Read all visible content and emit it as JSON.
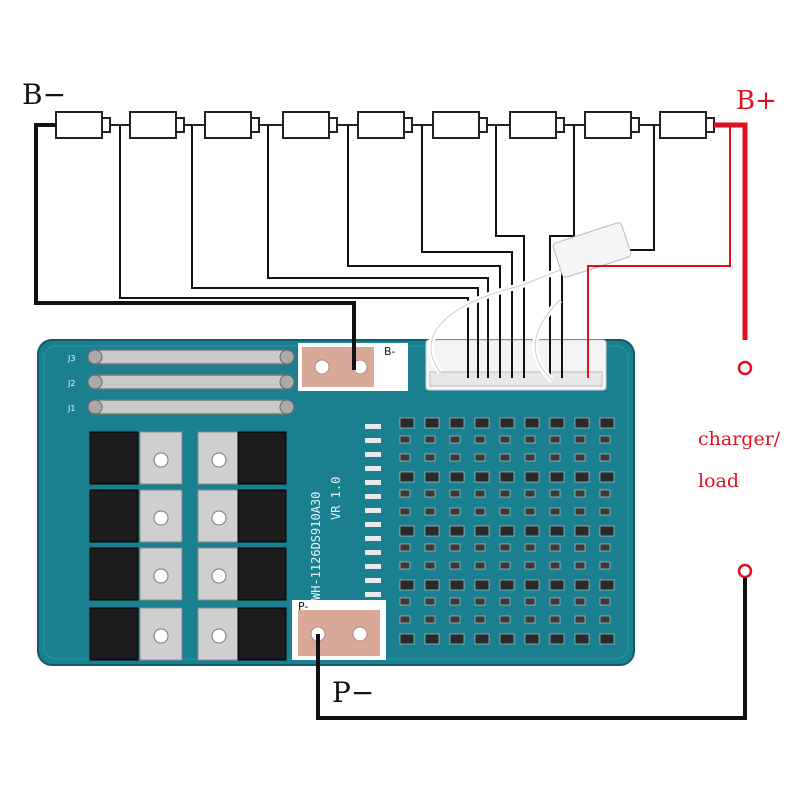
{
  "diagram": {
    "labels": {
      "b_minus": "B−",
      "b_plus": "B+",
      "p_minus": "P−",
      "charger_load_line1": "charger/",
      "charger_load_line2": "load"
    },
    "board": {
      "model_text": "WH-1126DS910A30",
      "version_text": "VR 1.0",
      "pad_b_minus": "B-",
      "pad_p_minus": "P-",
      "jumper_labels": [
        "J3",
        "J2",
        "J1"
      ]
    },
    "cells": {
      "count": 9
    },
    "colors": {
      "board": "#1a7f8e",
      "board_edge": "#0f5c68",
      "wire_black": "#111111",
      "wire_red": "#e01020",
      "cell_body": "#ffffff",
      "pad_copper": "#d8a898"
    }
  }
}
